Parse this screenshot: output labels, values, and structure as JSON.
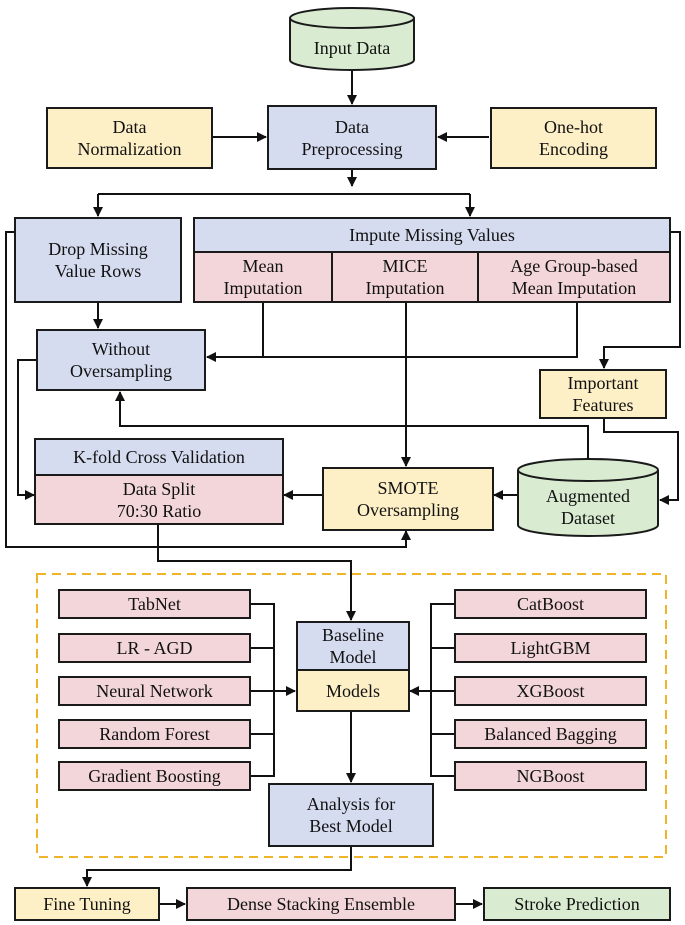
{
  "nodes": {
    "input_data": "Input Data",
    "data_normalization": "Data\nNormalization",
    "data_preprocessing": "Data\nPreprocessing",
    "one_hot_encoding": "One-hot\nEncoding",
    "drop_missing": "Drop Missing\nValue  Rows",
    "impute_missing": "Impute Missing Values",
    "mean_imputation": "Mean\nImputation",
    "mice_imputation": "MICE\nImputation",
    "age_group_imputation": "Age Group-based\nMean Imputation",
    "without_oversampling": "Without\nOversampling",
    "important_features": "Important\nFeatures",
    "kfold": "K-fold Cross Validation",
    "data_split": "Data Split\n70:30 Ratio",
    "smote": "SMOTE\nOversampling",
    "augmented_dataset": "Augmented\nDataset",
    "baseline_model": "Baseline\nModel",
    "models": "Models",
    "analysis": "Analysis for\nBest Model",
    "fine_tuning": "Fine Tuning",
    "dense_stacking": "Dense Stacking Ensemble",
    "stroke_prediction": "Stroke Prediction"
  },
  "left_models": [
    "TabNet",
    "LR - AGD",
    "Neural Network",
    "Random Forest",
    "Gradient Boosting"
  ],
  "right_models": [
    "CatBoost",
    "LightGBM",
    "XGBoost",
    "Balanced Bagging",
    "NGBoost"
  ],
  "colors": {
    "yellow": "#fdefc6",
    "blue": "#d6dcf0",
    "pink": "#f3d6d9",
    "green": "#d9ecd2",
    "dashed_border": "#f0b429"
  }
}
